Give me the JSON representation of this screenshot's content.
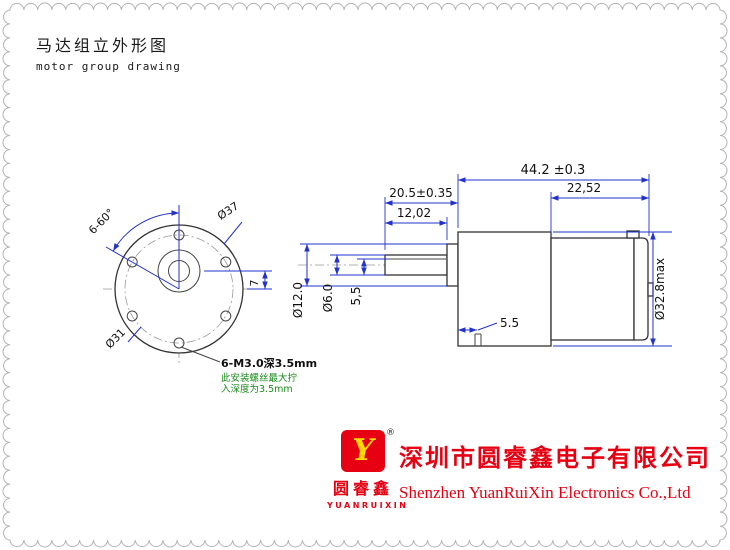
{
  "page": {
    "title_cn": "马达组立外形图",
    "title_en": "motor group drawing"
  },
  "front_view": {
    "dim_outer_diameter": "Ø37",
    "dim_hole_angle": "6-60°",
    "dim_bolt_circle": "Ø31",
    "dim_shaft_offset": "7",
    "note_thread": "6-M3.0深3.5mm",
    "note_depth_line1": "此安装螺丝最大拧",
    "note_depth_line2": "入深度为3.5mm"
  },
  "side_view": {
    "dim_total_length": "44.2 ±0.3",
    "dim_shaft_length": "20.5±0.35",
    "dim_flat_length": "12,02",
    "dim_motor_length": "22,52",
    "dim_boss_diameter": "Ø12.0",
    "dim_shaft_diameter": "Ø6.0",
    "dim_flat_height": "5,5",
    "dim_screw_position": "5.5",
    "dim_body_diameter": "Ø32.8max"
  },
  "footer": {
    "logo_letter": "Y",
    "registered_mark": "®",
    "logo_name_cn": "圆睿鑫",
    "logo_name_en": "YUANRUIXIN",
    "company_cn": "深圳市圆睿鑫电子有限公司",
    "company_en": "Shenzhen YuanRuiXin Electronics Co.,Ltd"
  },
  "colors": {
    "dimension_line": "#2233cc",
    "drawing_line": "#333333",
    "brand_red": "#e60012",
    "logo_yellow": "#ffd900",
    "note_green": "#1a8a1a"
  }
}
